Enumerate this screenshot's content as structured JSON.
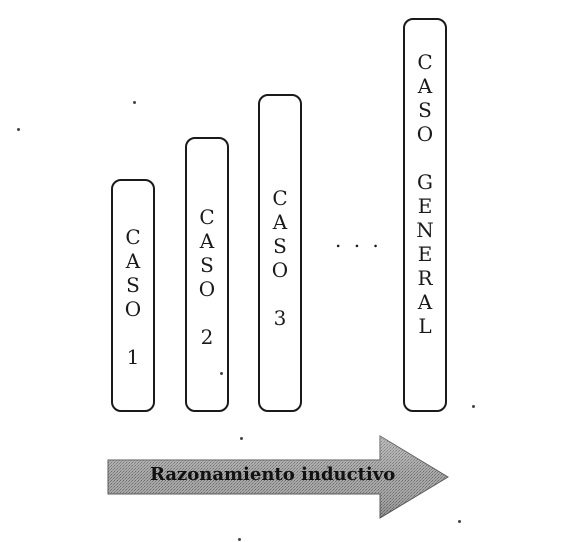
{
  "diagram": {
    "bars": [
      {
        "id": "bar1",
        "text": "C\nA\nS\nO\n\n1"
      },
      {
        "id": "bar2",
        "text": "C\nA\nS\nO\n\n2"
      },
      {
        "id": "bar3",
        "text": "C\nA\nS\nO\n\n3"
      },
      {
        "id": "bar4",
        "text": "C\nA\nS\nO\n\nG\nE\nN\nE\nR\nA\nL"
      }
    ],
    "ellipsis": ". . .",
    "arrow_label": "Razonamiento inductivo",
    "colors": {
      "stroke": "#1a1a1a",
      "arrow_fill": "#9a9a9a",
      "arrow_dark": "#555555"
    }
  }
}
